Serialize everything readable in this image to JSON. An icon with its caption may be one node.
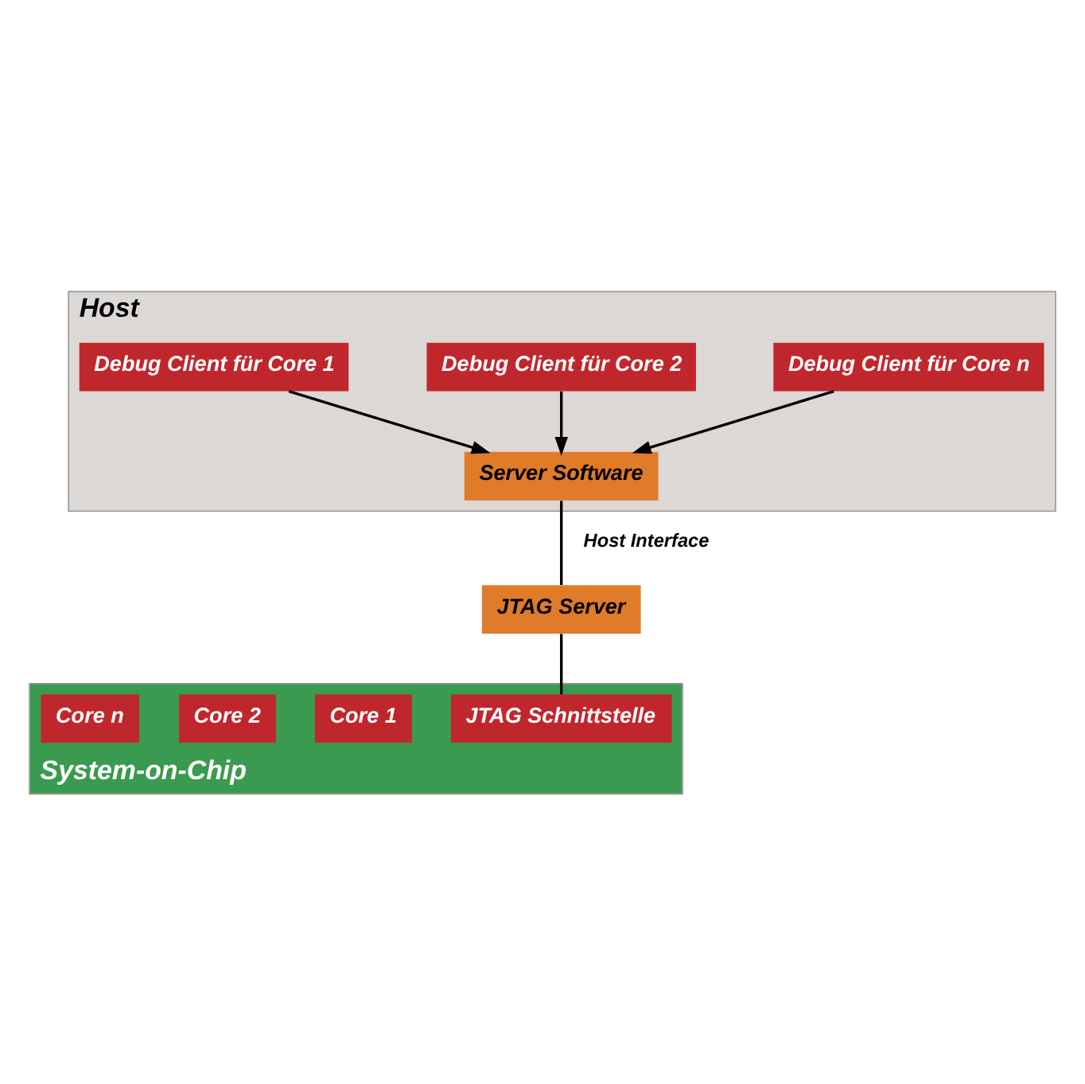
{
  "diagram": {
    "nodes": [
      {
        "text": [
          "Host"
        ]
      },
      {
        "text": [
          "Debug Client für Core 1"
        ],
        "in": 0
      },
      {
        "text": [
          "Debug Client für Core 2"
        ],
        "in": 0
      },
      {
        "text": [
          "Debug Client für Core n"
        ],
        "in": 0
      },
      {
        "text": [
          "Server Software"
        ],
        "in": 0
      },
      {
        "text": [
          "JTAG Server"
        ]
      },
      {
        "text": [
          "System-on-Chip"
        ]
      },
      {
        "text": [
          "JTAG Schnittstelle"
        ],
        "in": 6
      },
      {
        "text": [
          "Core 1"
        ],
        "in": 6
      },
      {
        "text": [
          "Core 2"
        ],
        "in": 6
      },
      {
        "text": [
          "Core n"
        ],
        "in": 6
      }
    ],
    "edges": [
      {
        "from": 1,
        "to": 4,
        "arrow": "to"
      },
      {
        "from": 2,
        "to": 4,
        "arrow": "to"
      },
      {
        "from": 3,
        "to": 4,
        "arrow": "to"
      },
      {
        "from": 4,
        "to": 5,
        "arrow": "none",
        "label": "Host Interface"
      },
      {
        "from": 5,
        "to": 7,
        "arrow": "none"
      }
    ]
  }
}
